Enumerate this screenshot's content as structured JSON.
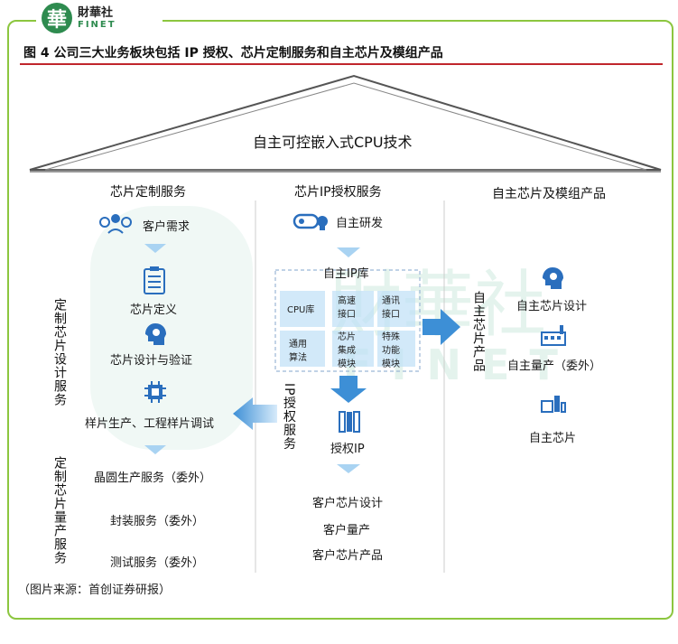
{
  "brand": {
    "logo_char": "華",
    "name_cn": "財華社",
    "name_en": "FINET"
  },
  "figure": {
    "title": "图 4 公司三大业务板块包括 IP 授权、芯片定制服务和自主芯片及模组产品",
    "roof_label": "自主可控嵌入式CPU技术",
    "source": "（图片来源：首创证券研报）"
  },
  "left": {
    "header": "芯片定制服务",
    "side_label_1": "定制芯片设计服务",
    "side_label_2": "定制芯片量产服务",
    "steps": [
      "客户需求",
      "芯片定义",
      "芯片设计与验证",
      "样片生产、工程样片调试"
    ],
    "mass": [
      "晶圆生产服务（委外）",
      "封装服务（委外）",
      "测试服务（委外）"
    ]
  },
  "middle": {
    "header": "芯片IP授权服务",
    "self_dev": "自主研发",
    "ip_lib": "自主IP库",
    "lib_items": {
      "cpu": "CPU库",
      "highspeed": "高速\n接口",
      "comm": "通讯\n接口",
      "algo": "通用\n算法",
      "integrated": "芯片\n集成\n模块",
      "special": "特殊\n功能\n模块"
    },
    "side_label": "IP授权服务",
    "license": "授权IP",
    "outputs": [
      "客户芯片设计",
      "客户量产",
      "客户芯片产品"
    ]
  },
  "right": {
    "header": "自主芯片及模组产品",
    "side_label": "自主芯片产品",
    "items": [
      "自主芯片设计",
      "自主量产（委外）",
      "自主芯片"
    ]
  },
  "colors": {
    "frame": "#8cc63f",
    "title_rule": "#c0262c",
    "arrow": "#3d8fd6",
    "arrow_light": "#a9d3f2",
    "icon": "#2a6ebd",
    "watermark": "#d9efe6"
  }
}
